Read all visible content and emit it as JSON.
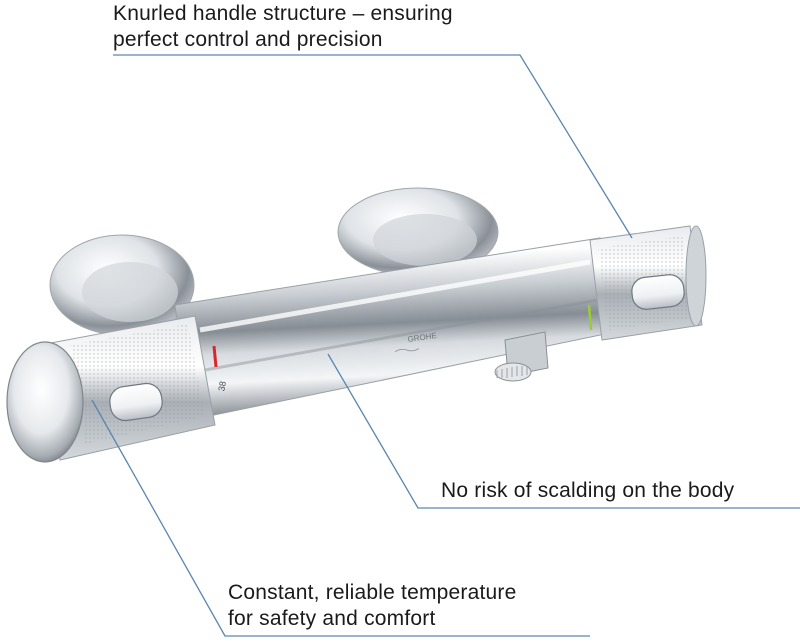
{
  "callouts": {
    "knurled_handle": {
      "line1": "Knurled handle structure – ensuring",
      "line2": "perfect control and precision"
    },
    "no_scalding": {
      "line1": "No risk of scalding on the body"
    },
    "constant_temperature": {
      "line1": "Constant, reliable temperature",
      "line2": "for safety and comfort"
    }
  },
  "product": {
    "brand_logo_text": "GROHE",
    "temperature_mark": "38"
  },
  "colors": {
    "leader_line": "#5a86b0",
    "hot_mark": "#d9262b",
    "cold_mark": "#9acd32",
    "chrome_dark": "#6f757b",
    "chrome_light": "#f4f6f8"
  }
}
